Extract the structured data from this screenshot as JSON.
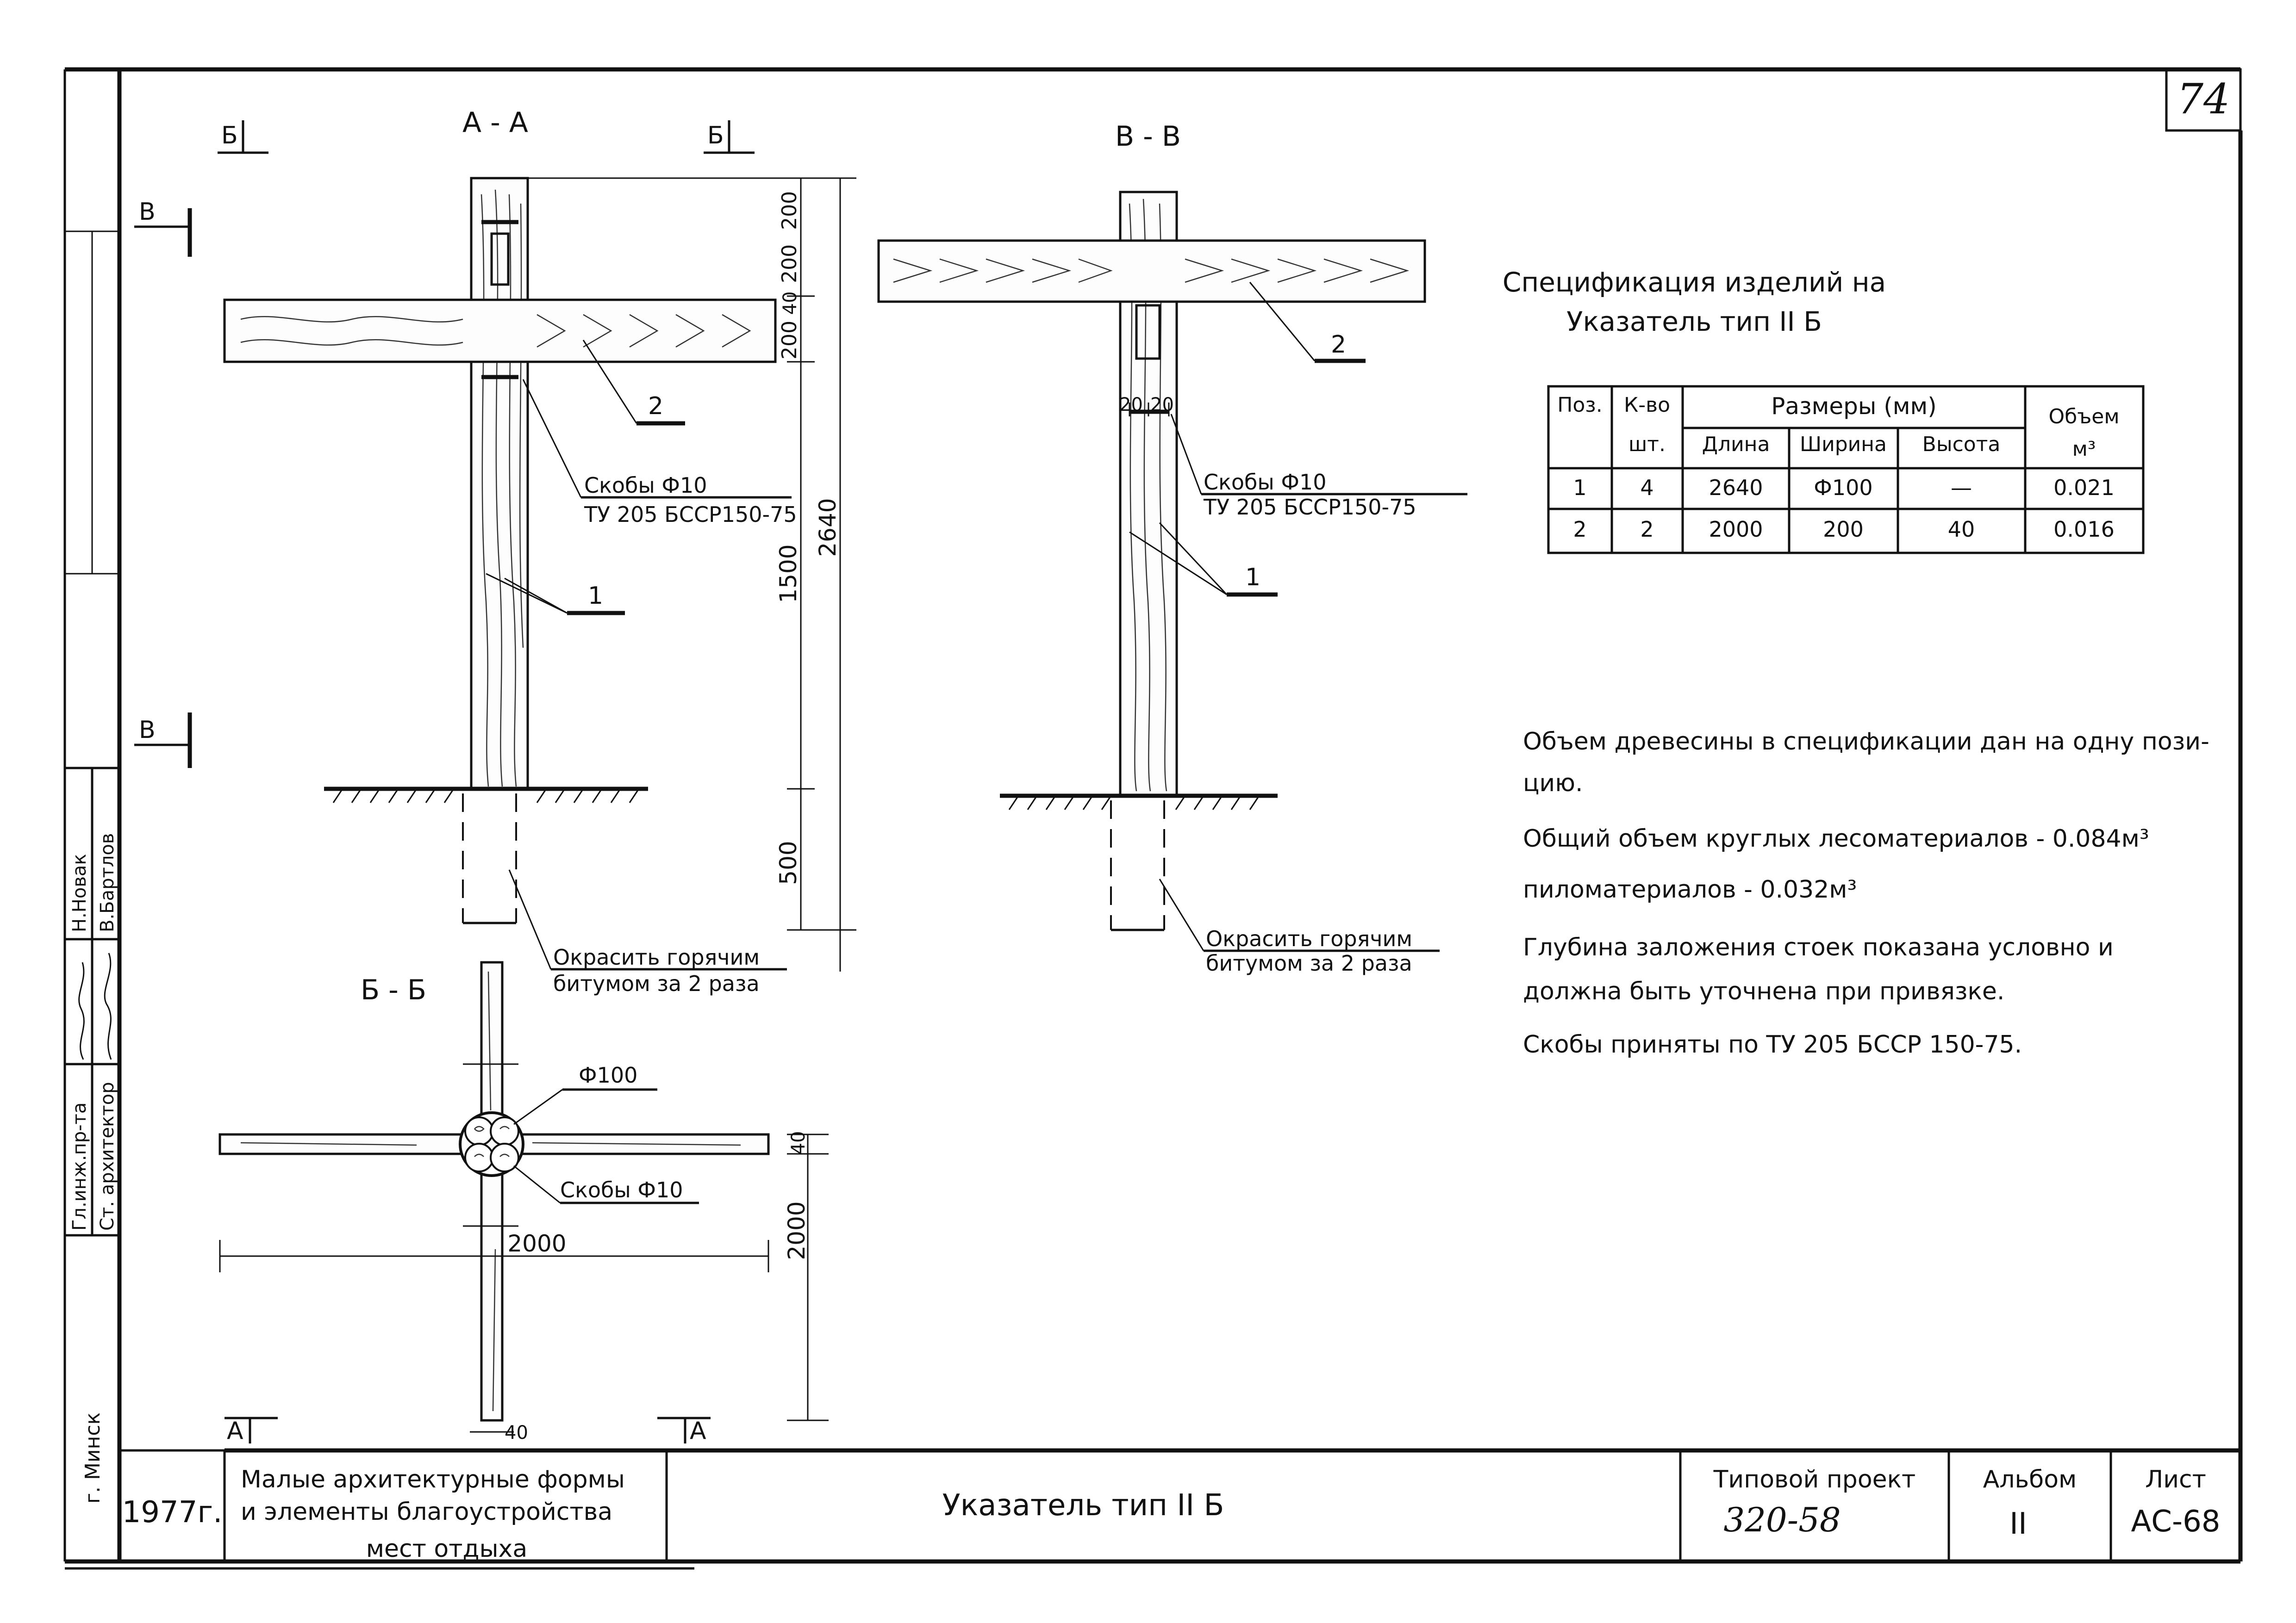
{
  "sheet_number": "74",
  "sections": {
    "aa": "А - А",
    "vv": "В - В",
    "bb": "Б - Б",
    "cut_b_left": "Б",
    "cut_b_right": "Б",
    "cut_v_top": "В",
    "cut_v_bottom": "В",
    "cut_a_left": "А",
    "cut_a_right": "А"
  },
  "callouts": {
    "pos1": "1",
    "pos2": "2",
    "staples_aa_1": "Скобы Ф10",
    "staples_aa_2": "ТУ 205 БССР150-75",
    "staples_vv_1": "Скобы Ф10",
    "staples_vv_2": "ТУ 205 БССР150-75",
    "paint_aa_1": "Окрасить горячим",
    "paint_aa_2": "битумом за 2 раза",
    "paint_vv_1": "Окрасить горячим",
    "paint_vv_2": "битумом за 2 раза",
    "phi100": "Ф100",
    "staples_bb": "Скобы Ф10"
  },
  "dimensions": {
    "d200a": "200",
    "d200b": "200",
    "d40": "40",
    "d200c": "200",
    "d1500": "1500",
    "d2640": "2640",
    "d500": "500",
    "d2000_vert": "2000",
    "d40_bb": "40",
    "d2000_horiz": "2000",
    "d40_bottom": "40",
    "d20a": "20",
    "d20b": "20"
  },
  "spec": {
    "title_line1": "Спецификация изделий на",
    "title_line2": "Указатель тип II Б",
    "headers": {
      "pos": "Поз.",
      "qty": "К-во",
      "qty_unit": "шт.",
      "sizes": "Размеры (мм)",
      "length": "Длина",
      "width": "Ширина",
      "height": "Высота",
      "volume": "Объем",
      "volume_unit": "м³"
    },
    "rows": [
      {
        "pos": "1",
        "qty": "4",
        "length": "2640",
        "width": "Ф100",
        "height": "—",
        "volume": "0.021"
      },
      {
        "pos": "2",
        "qty": "2",
        "length": "2000",
        "width": "200",
        "height": "40",
        "volume": "0.016"
      }
    ]
  },
  "notes": [
    "Объем древесины в спецификации дан на одну пози-",
    "цию.",
    "Общий объем круглых лесоматериалов - 0.084м³",
    "пиломатериалов - 0.032м³",
    "Глубина заложения стоек показана условно и",
    "должна быть уточнена при привязке.",
    "Скобы приняты по ТУ 205 БССР 150-75."
  ],
  "side_stamp": {
    "role1": "Гл.инж.пр-та",
    "role2": "Ст. архитектор",
    "name1": "Н.Новак",
    "name2": "В.Бартлов",
    "city": "г. Минск"
  },
  "title_block": {
    "year": "1977г.",
    "subject_line1": "Малые архитектурные формы",
    "subject_line2": "и элементы благоустройства",
    "subject_line3": "мест отдыха",
    "name": "Указатель тип II Б",
    "project_label": "Типовой проект",
    "project_number": "320-58",
    "album_label": "Альбом",
    "album_number": "II",
    "sheet_label": "Лист",
    "sheet_code": "АС-68"
  }
}
